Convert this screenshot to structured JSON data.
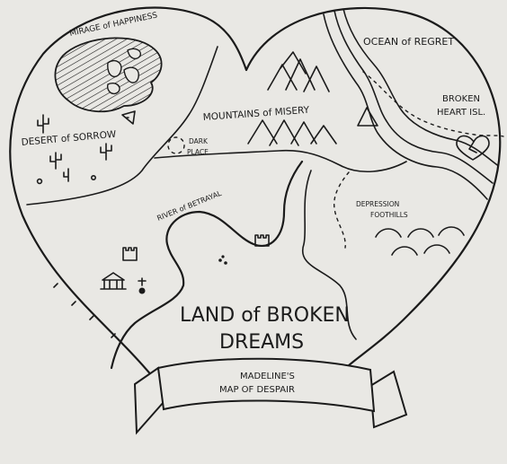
{
  "map": {
    "labels": {
      "mirage": "MIRAGE of HAPPINESS",
      "ocean": "OCEAN of REGRET",
      "heart_island_1": "BROKEN",
      "heart_island_2": "HEART ISL.",
      "mountains": "MOUNTAINS of MISERY",
      "desert": "DESERT of SORROW",
      "dark_place_1": "DARK",
      "dark_place_2": "PLACE",
      "river": "RIVER of BETRAYAL",
      "foothills_1": "DEPRESSION",
      "foothills_2": "FOOTHILLS",
      "land_1": "LAND of BROKEN",
      "land_2": "DREAMS",
      "banner_1": "MADELINE'S",
      "banner_2": "MAP OF DESPAIR"
    }
  }
}
